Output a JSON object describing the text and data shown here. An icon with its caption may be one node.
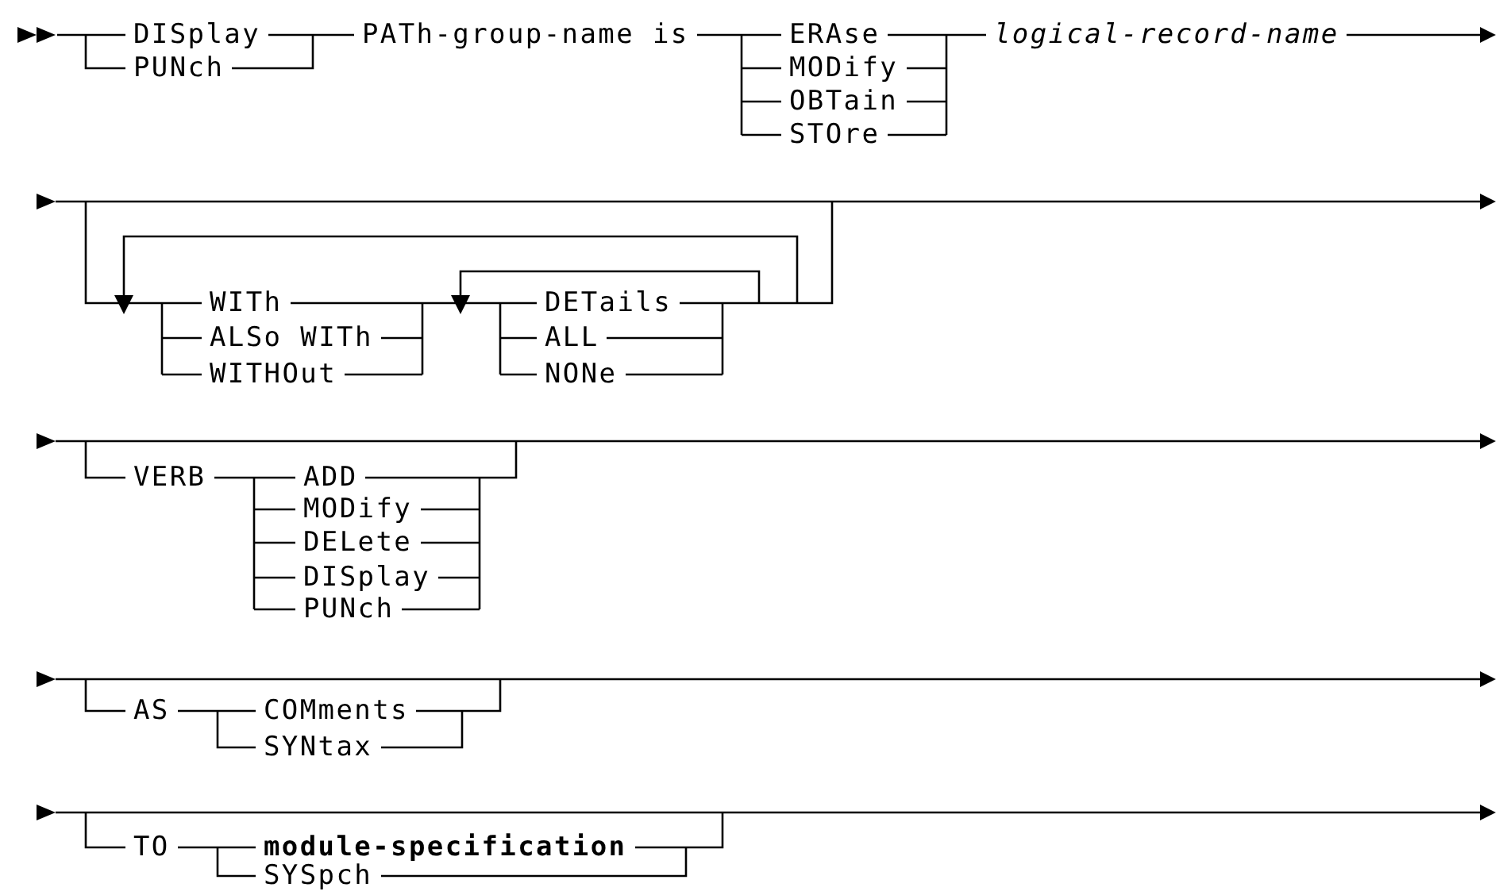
{
  "diagram": {
    "labels": [
      "DISplay",
      "PUNch",
      "PATh-group-name is",
      "ERAse",
      "MODify",
      "OBTain",
      "STOre",
      "logical-record-name",
      "WITh",
      "ALSo WITh",
      "WITHOut",
      "DETails",
      "ALL",
      "NONe",
      "VERB",
      "ADD",
      "MODify",
      "DELete",
      "DISplay",
      "PUNch",
      "AS",
      "COMments",
      "SYNtax",
      "TO",
      "module-specification",
      "SYSpch"
    ]
  }
}
